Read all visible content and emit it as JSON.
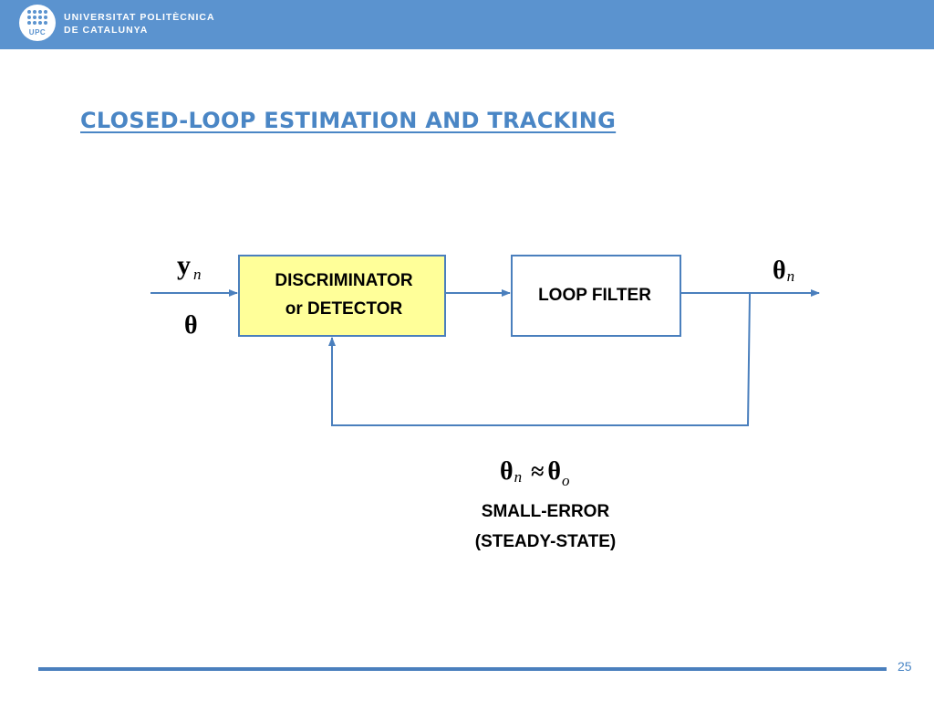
{
  "header": {
    "logo_abbr": "UPC",
    "line1": "UNIVERSITAT POLITÈCNICA",
    "line2": "DE CATALUNYA"
  },
  "title": "CLOSED-LOOP ESTIMATION AND TRACKING",
  "diagram": {
    "input_symbol": "y",
    "input_subscript": "n",
    "input_param": "θ",
    "discriminator_line1": "DISCRIMINATOR",
    "discriminator_line2": "or DETECTOR",
    "loop_filter_label": "LOOP FILTER",
    "output_symbol": "θ",
    "output_subscript": "n",
    "equation": {
      "lhs": "θ",
      "lhs_sub": "n",
      "op": "≈",
      "rhs": "θ",
      "rhs_sub": "o"
    },
    "caption_line1": "SMALL-ERROR",
    "caption_line2": "(STEADY-STATE)"
  },
  "colors": {
    "header_bg": "#5b93cf",
    "title": "#4a86c5",
    "line": "#4a7fbd",
    "discriminator_fill": "#ffff99"
  },
  "footer": {
    "page_number": "25"
  }
}
